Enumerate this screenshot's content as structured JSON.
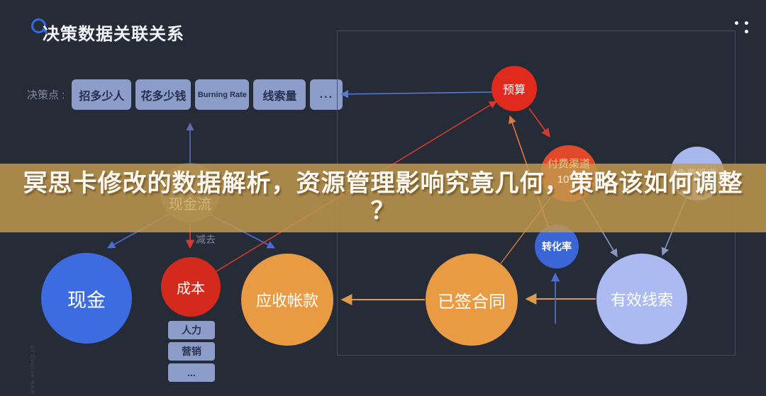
{
  "header": {
    "title": "决策数据关联关系"
  },
  "menu": {
    "icon": "three-dots-icon"
  },
  "decision_row": {
    "label": "决策点 :",
    "buttons": [
      "招多少人",
      "花多少钱",
      "Burning Rate",
      "线索量",
      "..."
    ]
  },
  "banner": {
    "line1": "冥思卡修改的数据解析，资源管理影响究竟几何，策略该如何调整",
    "line2": "？",
    "bg_color": "#a8874a",
    "text_color": "#fdf9f1"
  },
  "nodes": {
    "budget": {
      "label": "预算",
      "color": "#e02a1e"
    },
    "paid_channel": {
      "label": "付费渠道",
      "value": "10",
      "color": "#e2482a"
    },
    "free_channel": {
      "label": "免费渠道",
      "color": "#a9b7ef"
    },
    "cashflow": {
      "label": "现金流",
      "color": "rgba(176,176,186,0.35)"
    },
    "conversion": {
      "label": "转化率",
      "color": "#3a66d8"
    },
    "cash": {
      "label": "现金",
      "color": "#3d6ce0"
    },
    "cost": {
      "label": "成本",
      "color": "#d42a1e"
    },
    "receivables": {
      "label": "应收帐款",
      "color": "#e99b43"
    },
    "signed": {
      "label": "已签合同",
      "color": "#e99b43"
    },
    "leads": {
      "label": "有效线索",
      "color": "#acbaf2"
    }
  },
  "annotations": {
    "minus": "减去"
  },
  "cost_panel": {
    "items": [
      "人力",
      "营销",
      "..."
    ]
  },
  "edges": [
    {
      "from": "budget",
      "to": "decision-ellipsis-button",
      "color": "#5b79c9"
    },
    {
      "from": "cashflow",
      "to": "burning-rate-button",
      "color": "#5b6fae"
    },
    {
      "from": "cashflow",
      "to": "cash",
      "color": "#4f6cd4"
    },
    {
      "from": "cashflow",
      "to": "receivables",
      "color": "#4f6cd4"
    },
    {
      "from": "cashflow",
      "to": "cost",
      "label": "减去",
      "color": "#d23b2e"
    },
    {
      "from": "cost",
      "to": "budget",
      "color": "#d23b2e"
    },
    {
      "from": "budget",
      "to": "paid_channel",
      "color": "#d23b2e"
    },
    {
      "from": "conversion",
      "to": "budget",
      "color": "#dd7a3c"
    },
    {
      "from": "signed",
      "to": "paid_channel",
      "color": "#dd7a3c"
    },
    {
      "from": "paid_channel",
      "to": "leads",
      "color": "#8a98c4"
    },
    {
      "from": "free_channel",
      "to": "leads",
      "color": "#8a98c4"
    },
    {
      "from": "signed",
      "to": "receivables",
      "color": "#dd9a4a"
    },
    {
      "from": "leads",
      "to": "signed",
      "color": "#dd9a4a"
    },
    {
      "from": "leads",
      "to": "conversion",
      "color": "#4f6cd4"
    }
  ],
  "watermark": "www.antlong.cn",
  "colors": {
    "background": "#262b38",
    "panel_border": "#454c5f",
    "button": "#8c9dc9",
    "button_text": "#27304e"
  }
}
